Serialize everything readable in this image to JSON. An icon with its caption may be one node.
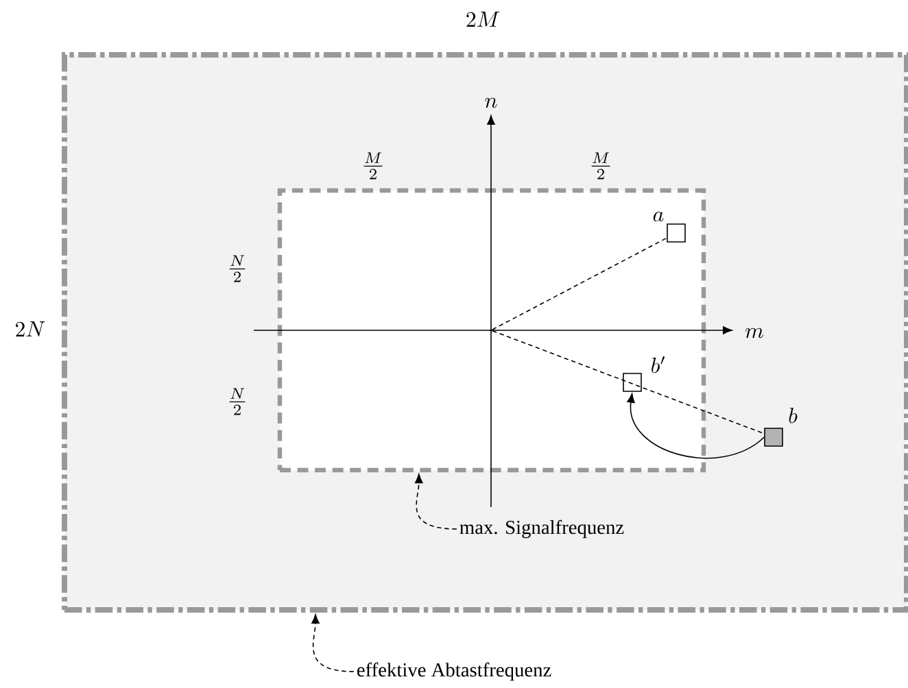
{
  "diagram": {
    "nodes": [
      {
        "text": [],
        "shape": "box"
      },
      {
        "text": [],
        "shape": "box",
        "in": 0
      },
      {
        "text": [],
        "shape": "box",
        "in": 1,
        "beside": [
          "a"
        ]
      },
      {
        "text": [],
        "shape": "box",
        "in": 1,
        "beside": [
          "b'"
        ]
      },
      {
        "text": [],
        "shape": "box",
        "in": 0,
        "beside": [
          "b"
        ]
      },
      {
        "text": [],
        "shape": "point",
        "in": 1
      },
      {
        "text": [
          "max. Signalfrequenz"
        ],
        "in": 0
      },
      {
        "text": [
          "effektive Abtastfrequenz"
        ]
      }
    ],
    "edges": [
      {
        "from": 5,
        "to": 2,
        "arrow": "none",
        "style": "dashed"
      },
      {
        "from": 5,
        "to": 4,
        "arrow": "none",
        "style": "dashed"
      },
      {
        "from": 4,
        "to": 3,
        "arrow": "to"
      },
      {
        "from": 6,
        "to": 1,
        "arrow": "to",
        "style": "dashed"
      },
      {
        "from": 7,
        "to": 0,
        "arrow": "to",
        "style": "dashed"
      }
    ],
    "labels": [
      "2M",
      "n",
      "\\frac{M}{2}",
      "\\frac{M}{2}",
      "\\frac{N}{2}",
      "2N",
      "m",
      "\\frac{N}{2}"
    ]
  }
}
